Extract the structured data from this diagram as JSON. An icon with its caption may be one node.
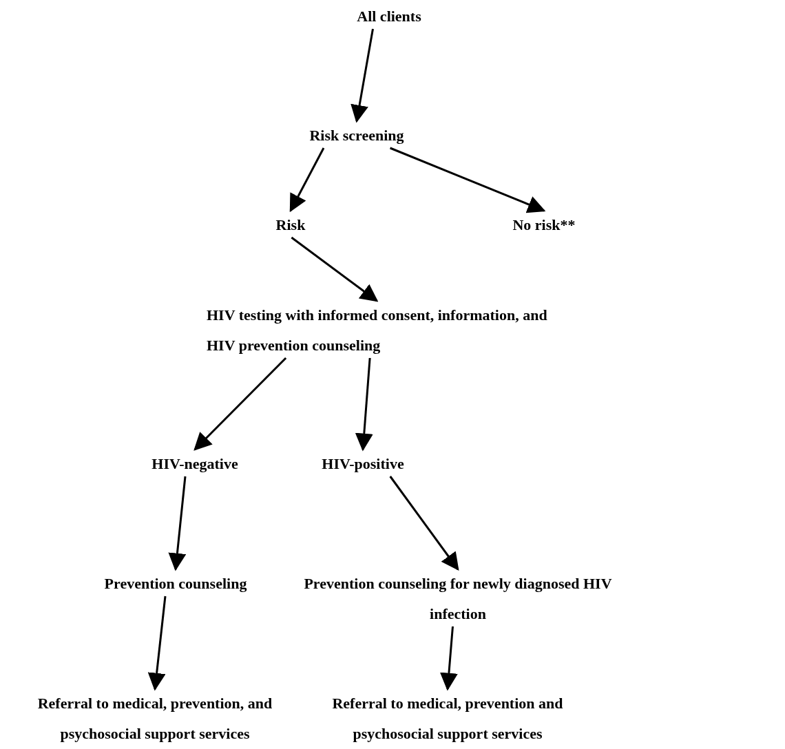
{
  "diagram": {
    "nodes": [
      {
        "text": [
          "All clients"
        ]
      },
      {
        "text": [
          "Risk screening"
        ]
      },
      {
        "text": [
          "Risk"
        ]
      },
      {
        "text": [
          "No risk**"
        ]
      },
      {
        "text": [
          "HIV testing with informed consent, information, and HIV prevention counseling"
        ]
      },
      {
        "text": [
          "HIV-negative"
        ]
      },
      {
        "text": [
          "HIV-positive"
        ]
      },
      {
        "text": [
          "Prevention counseling"
        ]
      },
      {
        "text": [
          "Prevention counseling for newly diagnosed HIV infection"
        ]
      },
      {
        "text": [
          "Referral to medical, prevention, and psychosocial support services"
        ]
      },
      {
        "text": [
          "Referral to medical, prevention and psychosocial support services"
        ]
      }
    ],
    "edges": [
      {
        "from": 0,
        "to": 1,
        "arrow": "to"
      },
      {
        "from": 1,
        "to": 2,
        "arrow": "to"
      },
      {
        "from": 1,
        "to": 3,
        "arrow": "to"
      },
      {
        "from": 2,
        "to": 4,
        "arrow": "to"
      },
      {
        "from": 4,
        "to": 5,
        "arrow": "to"
      },
      {
        "from": 4,
        "to": 6,
        "arrow": "to"
      },
      {
        "from": 5,
        "to": 7,
        "arrow": "to"
      },
      {
        "from": 6,
        "to": 8,
        "arrow": "to"
      },
      {
        "from": 7,
        "to": 9,
        "arrow": "to"
      },
      {
        "from": 8,
        "to": 10,
        "arrow": "to"
      }
    ]
  }
}
